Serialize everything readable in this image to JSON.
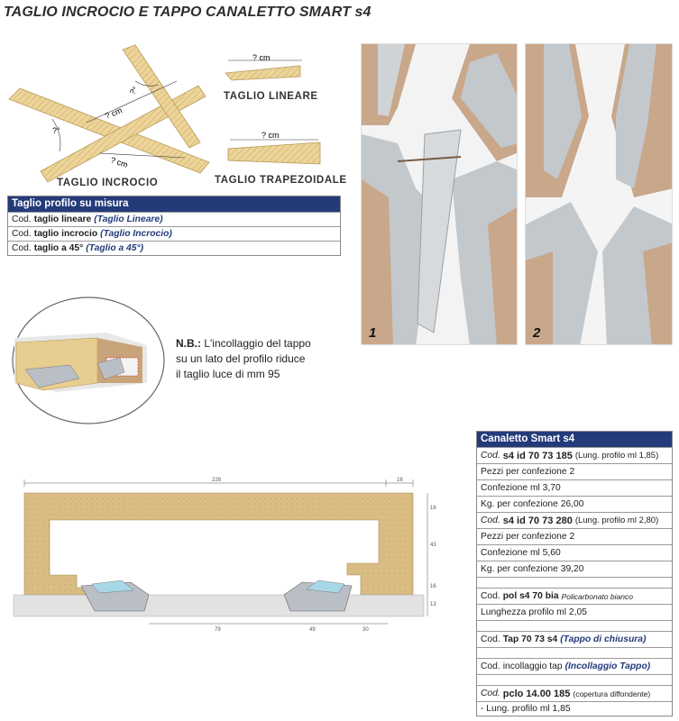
{
  "title": "TAGLIO INCROCIO E TAPPO CANALETTO SMART s4",
  "cuts": {
    "cross_label": "TAGLIO INCROCIO",
    "linear_label": "TAGLIO LINEARE",
    "trapezoid_label": "TAGLIO TRAPEZOIDALE",
    "q_cm": "? cm",
    "q_deg": "?°"
  },
  "table1": {
    "header": "Taglio profilo su misura",
    "rows": [
      {
        "cod": "Cod.",
        "name": "taglio lineare",
        "desc": "(Taglio Lineare)"
      },
      {
        "cod": "Cod.",
        "name": "taglio incrocio",
        "desc": "(Taglio Incrocio)"
      },
      {
        "cod": "Cod.",
        "name": "taglio a 45°",
        "desc": "(Taglio a 45°)"
      }
    ]
  },
  "photos": {
    "p1": "1",
    "p2": "2"
  },
  "note": {
    "label": "N.B.:",
    "line1": "L'incollaggio del tappo",
    "line2": "su un lato del profilo riduce",
    "line3": "il taglio luce di mm 95"
  },
  "drawing": {
    "d_top": "228",
    "d_top_right": "16",
    "d_r1": "16",
    "d_r2": "43",
    "d_r3": "16",
    "d_r4": "13",
    "d_bottom": "79",
    "d_b2": "49",
    "d_b3": "30"
  },
  "table2": {
    "header": "Canaletto Smart s4",
    "rows": {
      "r1_cod": "Cod.",
      "r1_code": "s4 id 70 73 185",
      "r1_desc": "(Lung. profilo ml 1,85)",
      "r2": "Pezzi per confezione 2",
      "r3": "Confezione ml 3,70",
      "r4": "Kg. per confezione 26,00",
      "r6_cod": "Cod.",
      "r6_code": "s4 id 70 73 280",
      "r6_desc": "(Lung. profilo ml 2,80)",
      "r7": "Pezzi per confezione 2",
      "r8": "Confezione ml 5,60",
      "r9": "Kg. per confezione 39,20",
      "r11_cod": "Cod.",
      "r11_code": "pol s4 70 bia",
      "r11_desc": "Policarbonato bianco",
      "r12": "Lunghezza profilo ml 2,05",
      "r14_cod": "Cod.",
      "r14_code": "Tap 70 73 s4",
      "r14_desc": "(Tappo di chiusura)",
      "r16_cod": "Cod.",
      "r16_code": "incollaggio tap",
      "r16_desc": "(Incollaggio Tappo)",
      "r18_cod": "Cod.",
      "r18_code": "pclo 14.00 185",
      "r18_desc": "(copertura diffondente)",
      "r19": "-  Lung. profilo ml 1,85"
    }
  },
  "colors": {
    "header_blue": "#243b7a",
    "wood": "#e7cd8f",
    "mdf": "#c9b07e",
    "aluminium": "#b9bfc4"
  }
}
